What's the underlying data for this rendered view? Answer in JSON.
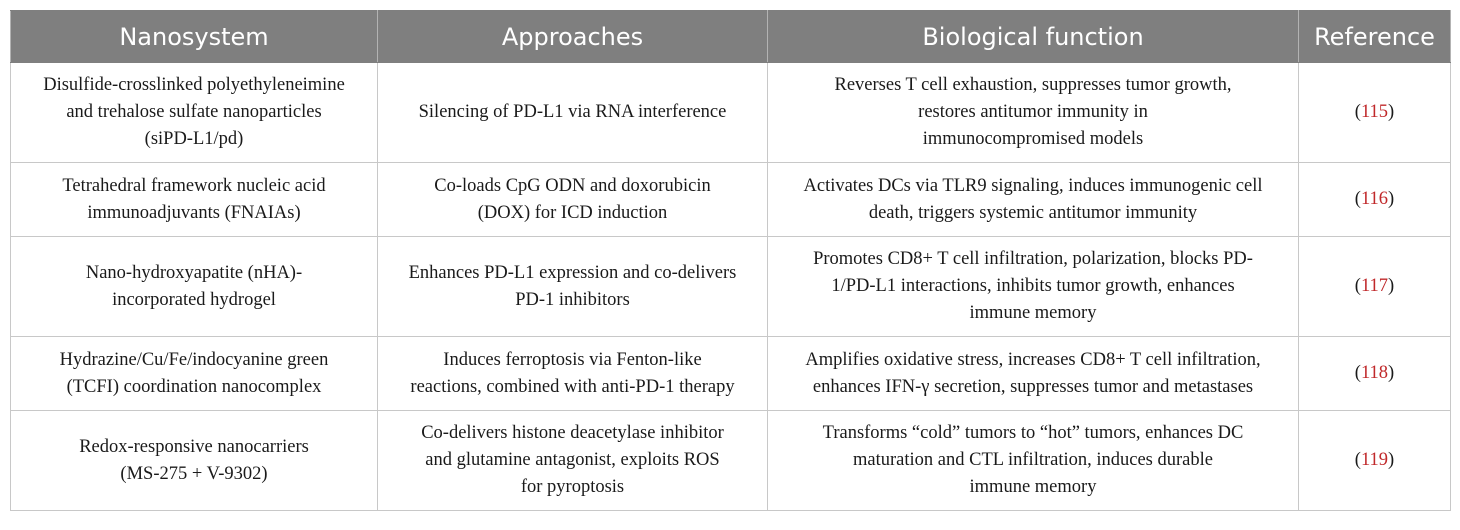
{
  "headers": [
    "Nanosystem",
    "Approaches",
    "Biological function",
    "Reference"
  ],
  "rows": [
    {
      "nanosystem": [
        "Disulfide-crosslinked polyethyleneimine",
        "and trehalose sulfate nanoparticles",
        "(siPD-L1/pd)"
      ],
      "approaches": [
        "Silencing of PD-L1 via RNA interference"
      ],
      "function": [
        "Reverses T cell exhaustion, suppresses tumor growth,",
        "restores antitumor immunity in",
        "immunocompromised models"
      ],
      "ref_open": "(",
      "ref": "115",
      "ref_close": ")"
    },
    {
      "nanosystem": [
        "Tetrahedral framework nucleic acid",
        "immunoadjuvants (FNAIAs)"
      ],
      "approaches": [
        "Co-loads CpG ODN and doxorubicin",
        "(DOX) for ICD induction"
      ],
      "function": [
        "Activates DCs via TLR9 signaling, induces immunogenic cell",
        "death, triggers systemic antitumor immunity"
      ],
      "ref_open": "(",
      "ref": "116",
      "ref_close": ")"
    },
    {
      "nanosystem": [
        "Nano-hydroxyapatite (nHA)-",
        "incorporated hydrogel"
      ],
      "approaches": [
        "Enhances PD-L1 expression and co-delivers",
        "PD-1 inhibitors"
      ],
      "function": [
        "Promotes CD8+ T cell infiltration, polarization, blocks PD-",
        "1/PD-L1 interactions, inhibits tumor growth, enhances",
        "immune memory"
      ],
      "ref_open": "(",
      "ref": "117",
      "ref_close": ")"
    },
    {
      "nanosystem": [
        "Hydrazine/Cu/Fe/indocyanine green",
        "(TCFI) coordination nanocomplex"
      ],
      "approaches": [
        "Induces ferroptosis via Fenton-like",
        "reactions, combined with anti-PD-1 therapy"
      ],
      "function": [
        "Amplifies oxidative stress, increases CD8+ T cell infiltration,",
        "enhances IFN-γ secretion, suppresses tumor and metastases"
      ],
      "ref_open": "(",
      "ref": "118",
      "ref_close": ")"
    },
    {
      "nanosystem": [
        "Redox-responsive nanocarriers",
        "(MS-275 + V-9302)"
      ],
      "approaches": [
        "Co-delivers histone deacetylase inhibitor",
        "and glutamine antagonist, exploits ROS",
        "for pyroptosis"
      ],
      "function": [
        "Transforms “cold” tumors to “hot” tumors, enhances DC",
        "maturation and CTL infiltration, induces durable",
        "immune memory"
      ],
      "ref_open": "(",
      "ref": "119",
      "ref_close": ")"
    }
  ],
  "colors": {
    "header_bg": "#7f7f7f",
    "header_text": "#ffffff",
    "reference_link": "#c0282a",
    "grid": "#c8c8c8"
  }
}
